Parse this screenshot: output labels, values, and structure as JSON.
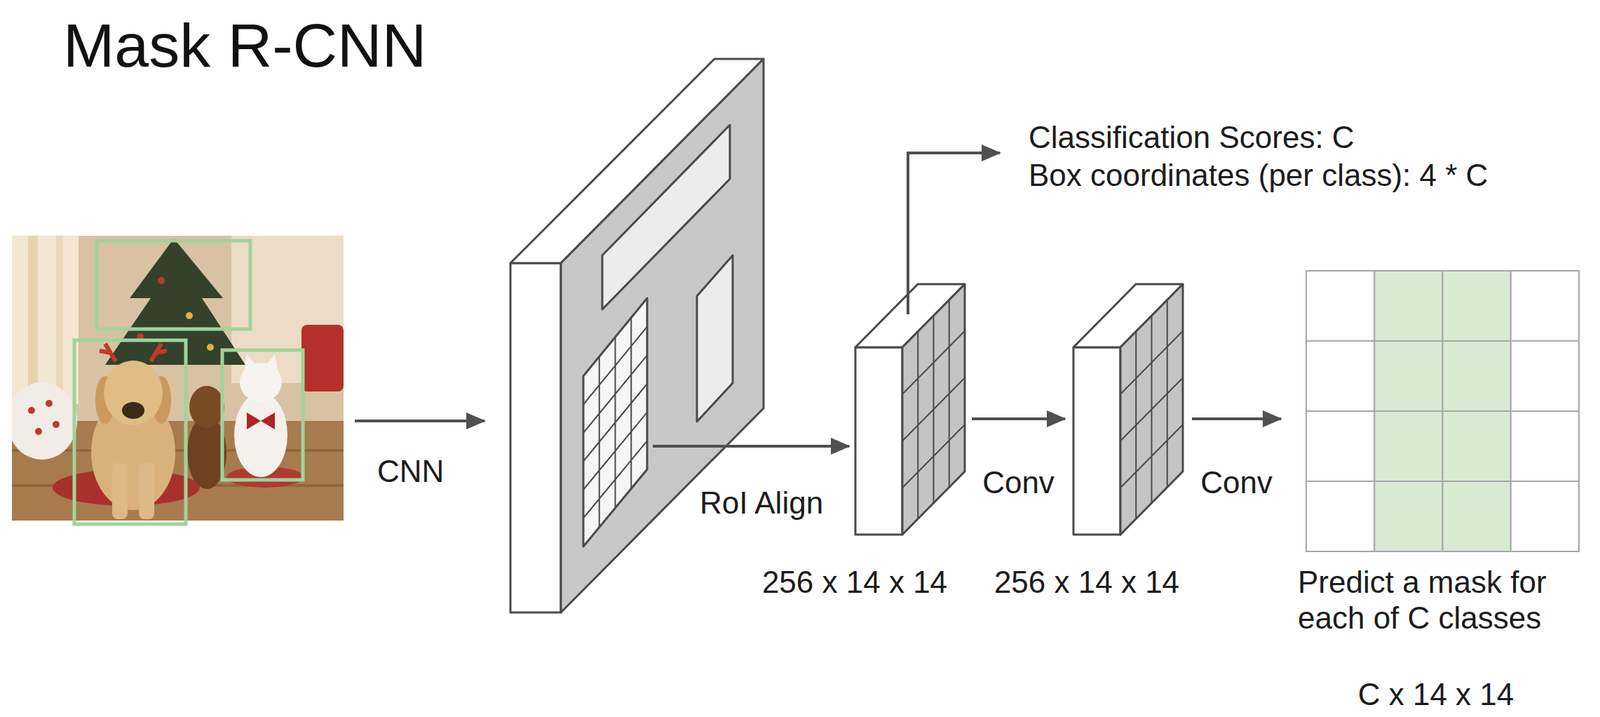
{
  "diagram": {
    "title": "Mask R-CNN",
    "nodes": [
      {
        "text": [
          "256 x 14 x 14"
        ]
      },
      {
        "text": [
          "256 x 14 x 14"
        ]
      },
      {
        "text": [
          "Predict a mask for each of C classes",
          "C x 14 x 14"
        ]
      }
    ],
    "edges": [
      {
        "from": 0,
        "to": 1,
        "arrow": "to",
        "label": "Conv"
      },
      {
        "from": 1,
        "to": 2,
        "arrow": "to",
        "label": "Conv"
      }
    ],
    "labels": [
      "CNN",
      "RoI Align",
      "Classification Scores: C",
      "Box coordinates (per class): 4 * C"
    ]
  }
}
